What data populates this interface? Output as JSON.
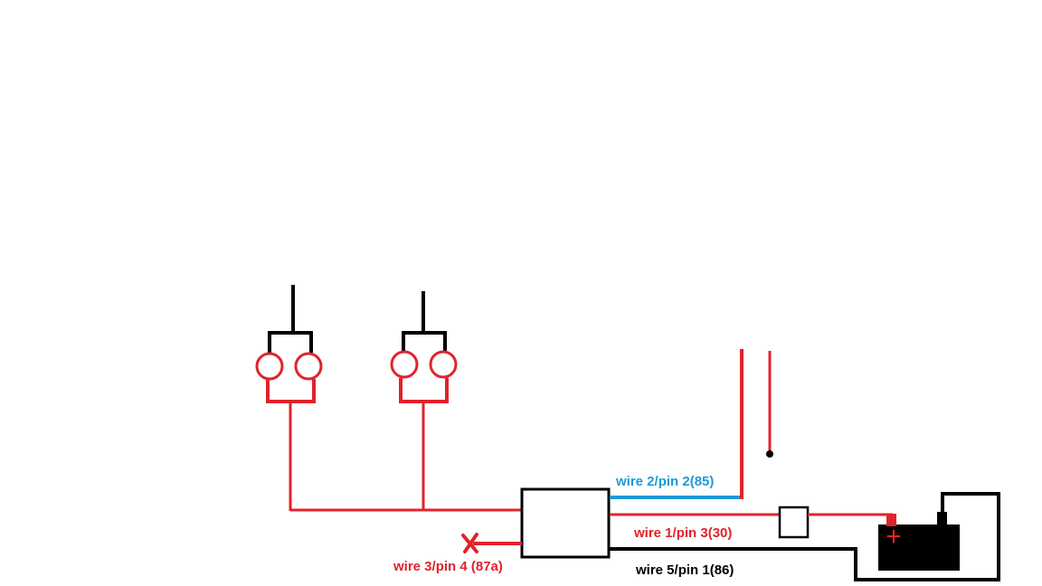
{
  "labels": {
    "wire2": "wire 2/pin 2(85)",
    "wire1": "wire 1/pin 3(30)",
    "wire3": "wire 3/pin 4 (87a)",
    "wire5": "wire 5/pin 1(86)",
    "battery_plus": "+"
  },
  "colors": {
    "red": "#e0232b",
    "black": "#000000",
    "blue": "#1e9ad6"
  }
}
